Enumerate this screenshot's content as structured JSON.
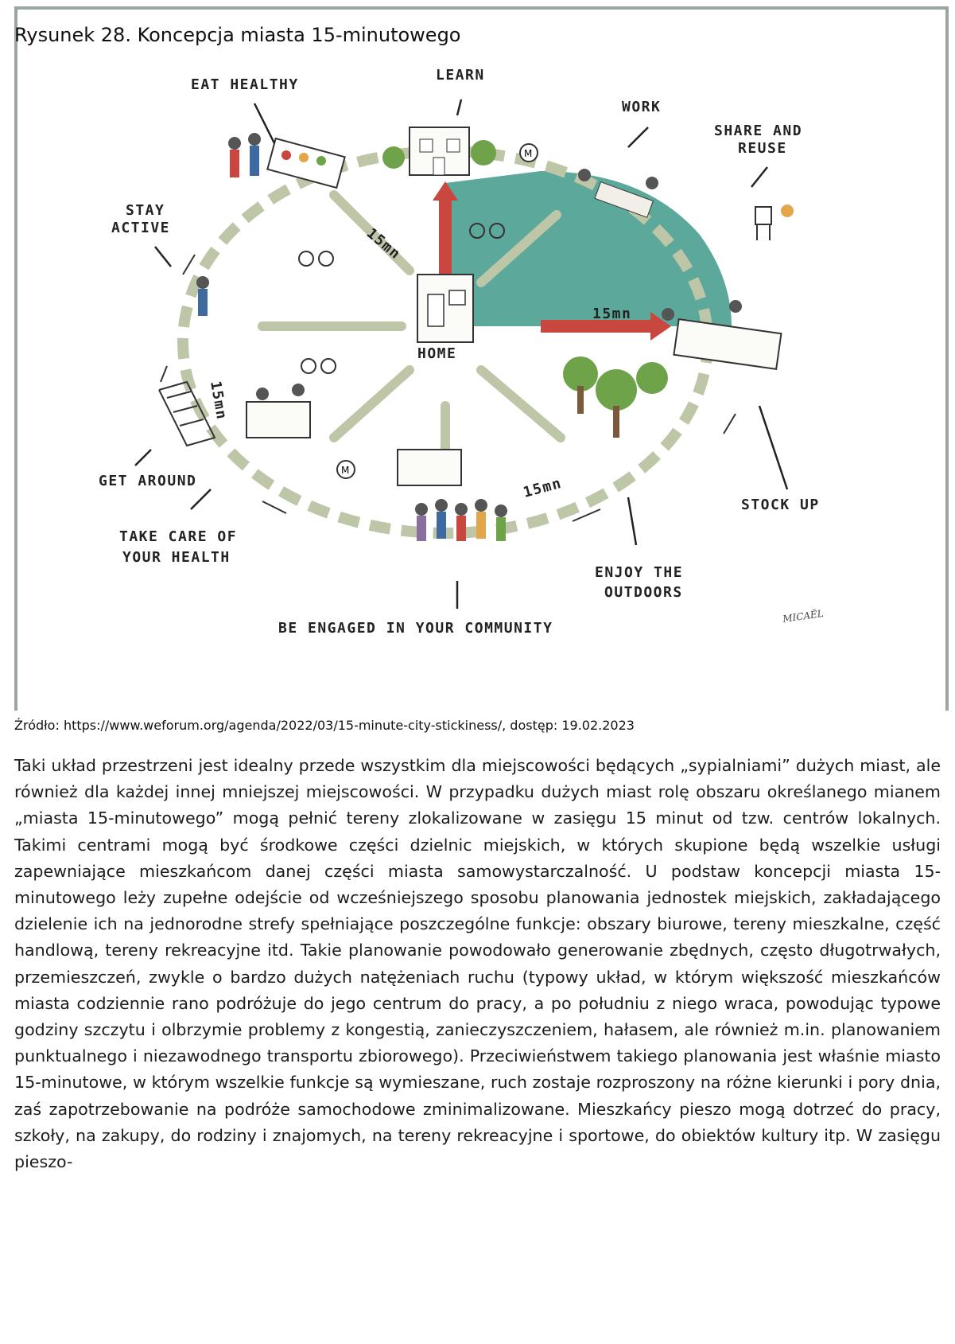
{
  "figure": {
    "caption": "Rysunek 28. Koncepcja miasta 15-minutowego",
    "labels": {
      "eat_healthy": "EAT HEALTHY",
      "learn": "LEARN",
      "work": "WORK",
      "share_and_reuse_1": "SHARE AND",
      "share_and_reuse_2": "REUSE",
      "stay_active_1": "STAY",
      "stay_active_2": "ACTIVE",
      "home": "HOME",
      "get_around": "GET AROUND",
      "take_care_1": "TAKE CARE OF",
      "take_care_2": "YOUR HEALTH",
      "stock_up": "STOCK UP",
      "enjoy_outdoors_1": "ENJOY THE",
      "enjoy_outdoors_2": "OUTDOORS",
      "be_engaged": "BE ENGAGED IN YOUR COMMUNITY",
      "signature": "MICAËL",
      "metro_symbol": "M",
      "minutes": "15mn"
    },
    "colors": {
      "park_green": "#3f9a8a",
      "road_green": "#bdc7a8",
      "arrow_red": "#c9473e",
      "frame_gray": "#9aa5a5"
    }
  },
  "source": "Źródło: https://www.weforum.org/agenda/2022/03/15-minute-city-stickiness/, dostęp: 19.02.2023",
  "body": "Taki układ przestrzeni jest idealny przede wszystkim dla miejscowości będących „sypialniami” dużych miast, ale również dla każdej innej mniejszej miejscowości. W przypadku dużych miast rolę obszaru określanego mianem „miasta 15-minutowego” mogą pełnić tereny zlokalizowane w zasięgu 15 minut od tzw. centrów lokalnych. Takimi centrami mogą być środkowe części dzielnic miejskich, w których skupione będą wszelkie usługi zapewniające mieszkańcom danej części miasta samowystarczalność. U podstaw koncepcji miasta 15-minutowego leży zupełne odejście od wcześniejszego sposobu planowania jednostek miejskich, zakładającego dzielenie ich na jednorodne strefy spełniające poszczególne funkcje: obszary biurowe, tereny mieszkalne, część handlową, tereny rekreacyjne itd. Takie planowanie powodowało generowanie zbędnych, często długotrwałych, przemieszczeń, zwykle o bardzo dużych natężeniach ruchu (typowy układ, w którym większość mieszkańców miasta codziennie rano podróżuje do jego centrum do pracy, a po południu z niego wraca, powodując typowe godziny szczytu i olbrzymie problemy z kongestią, zanieczyszczeniem, hałasem, ale również m.in. planowaniem punktualnego i niezawodnego transportu zbiorowego). Przeciwieństwem takiego planowania jest właśnie miasto 15-minutowe, w którym wszelkie funkcje są wymieszane, ruch zostaje rozproszony na różne kierunki i pory dnia, zaś zapotrzebowanie na podróże samochodowe zminimalizowane. Mieszkańcy pieszo mogą dotrzeć do pracy, szkoły, na zakupy, do rodziny i znajomych, na tereny rekreacyjne i sportowe, do obiektów kultury itp. W zasięgu pieszo-"
}
